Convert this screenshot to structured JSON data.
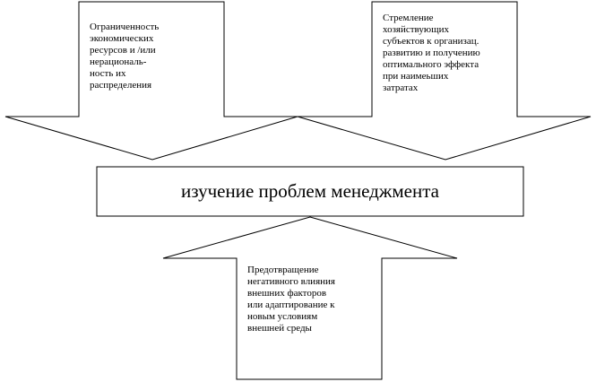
{
  "diagram": {
    "left_arrow_text": "Ограниченность\nэкономических\nресурсов и /или\nнерациональ-\nность их\nраспределения",
    "right_arrow_text": "Стремление\nхозяйствующих\nсубъектов к организац.\nразвитию и получению\nоптимального эффекта\nпри наимеьших\nзатратах",
    "center_box_text": "изучение проблем менеджмента",
    "bottom_arrow_text": "Предотвращение\nнегативного влияния\nвнешних  факторов\nили адаптирование к\nновым условиям\nвнешней среды",
    "colors": {
      "stroke": "#000000",
      "fill": "#ffffff"
    }
  }
}
